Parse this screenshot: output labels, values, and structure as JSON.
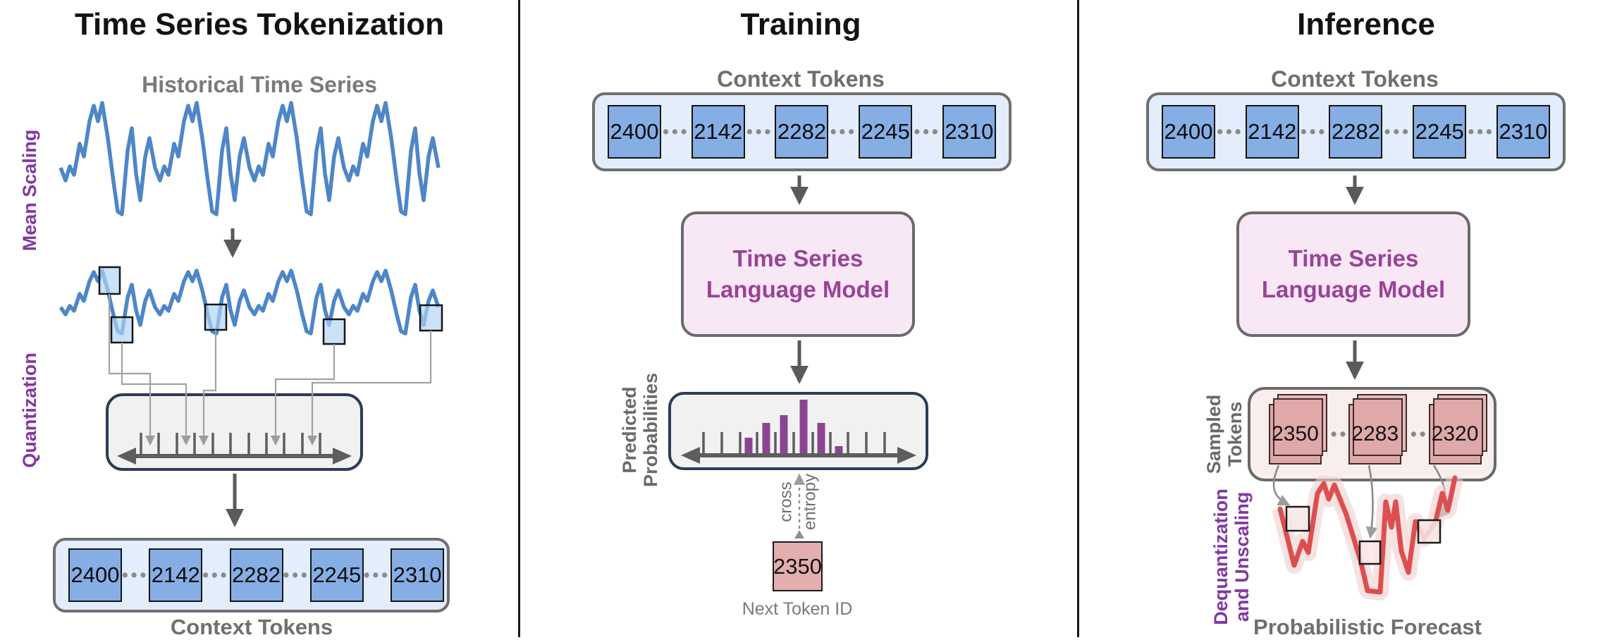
{
  "panels": {
    "tokenization": {
      "title": "Time Series Tokenization",
      "subtitle": "Historical Time Series",
      "mean_scaling_label": "Mean Scaling",
      "quantization_label": "Quantization",
      "context_tokens_label": "Context Tokens"
    },
    "training": {
      "title": "Training",
      "context_tokens_label": "Context Tokens",
      "model_line1": "Time Series",
      "model_line2": "Language Model",
      "predicted_line1": "Predicted",
      "predicted_line2": "Probabilities",
      "cross_line1": "cross",
      "cross_line2": "entropy",
      "next_token_value": "2350",
      "next_token_label": "Next Token ID"
    },
    "inference": {
      "title": "Inference",
      "context_tokens_label": "Context Tokens",
      "model_line1": "Time Series",
      "model_line2": "Language Model",
      "sampled_line1": "Sampled",
      "sampled_line2": "Tokens",
      "dequant_line1": "Dequantization",
      "dequant_line2": "and Unscaling",
      "forecast_label": "Probabilistic Forecast"
    }
  },
  "context_tokens": [
    "2400",
    "2142",
    "2282",
    "2245",
    "2310"
  ],
  "sampled_tokens": [
    "2350",
    "2283",
    "2320"
  ],
  "ellipsis": "•••",
  "colors": {
    "series_blue": "#4e86c8",
    "token_blue": "#85aee4",
    "token_container_blue": "#e3edfb",
    "purple_label": "#8138a3",
    "model_purple_text": "#9a4397",
    "model_box_pink": "#f8e8f6",
    "histogram_purple": "#8b4590",
    "navy_border": "#2d3b55",
    "salmon_token": "#dfa9a9",
    "forecast_red": "#dd4f4f",
    "gray_label": "#6f6f6f"
  }
}
